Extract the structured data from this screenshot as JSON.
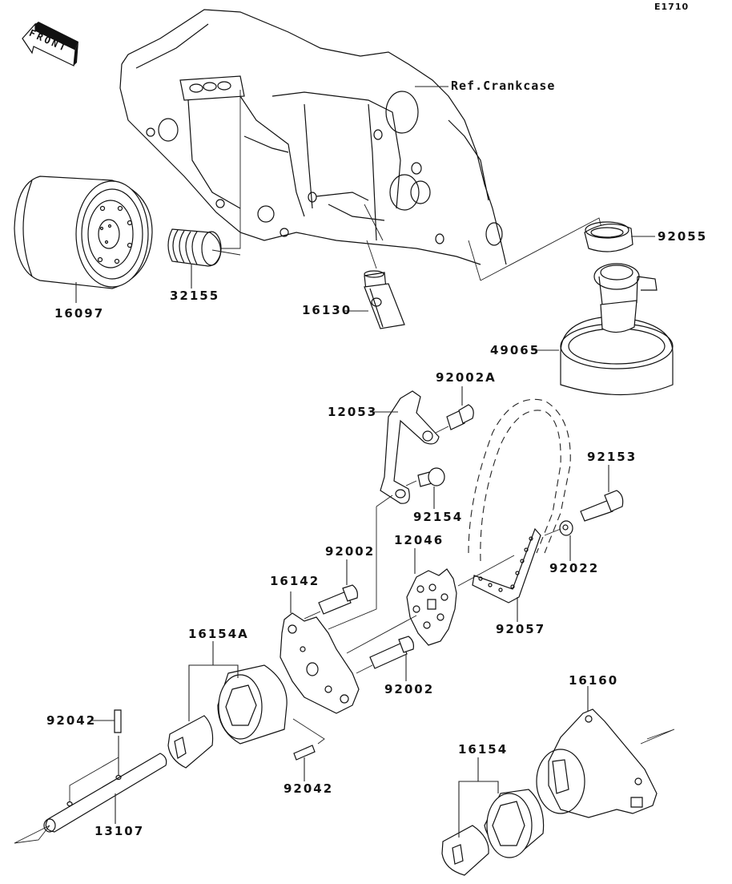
{
  "diagram": {
    "code": "E1710",
    "front_label": "FRONT",
    "reference": "Ref.Crankcase",
    "parts": {
      "p16097": "16097",
      "p32155": "32155",
      "p16130": "16130",
      "p92055": "92055",
      "p49065": "49065",
      "p12053": "12053",
      "p92002A": "92002A",
      "p92153": "92153",
      "p92154": "92154",
      "p92002_top": "92002",
      "p12046": "12046",
      "p92022": "92022",
      "p16142": "16142",
      "p92057": "92057",
      "p16154A": "16154A",
      "p92002_bottom": "92002",
      "p16160": "16160",
      "p92042_left": "92042",
      "p16154": "16154",
      "p92042_right": "92042",
      "p13107": "13107"
    }
  }
}
